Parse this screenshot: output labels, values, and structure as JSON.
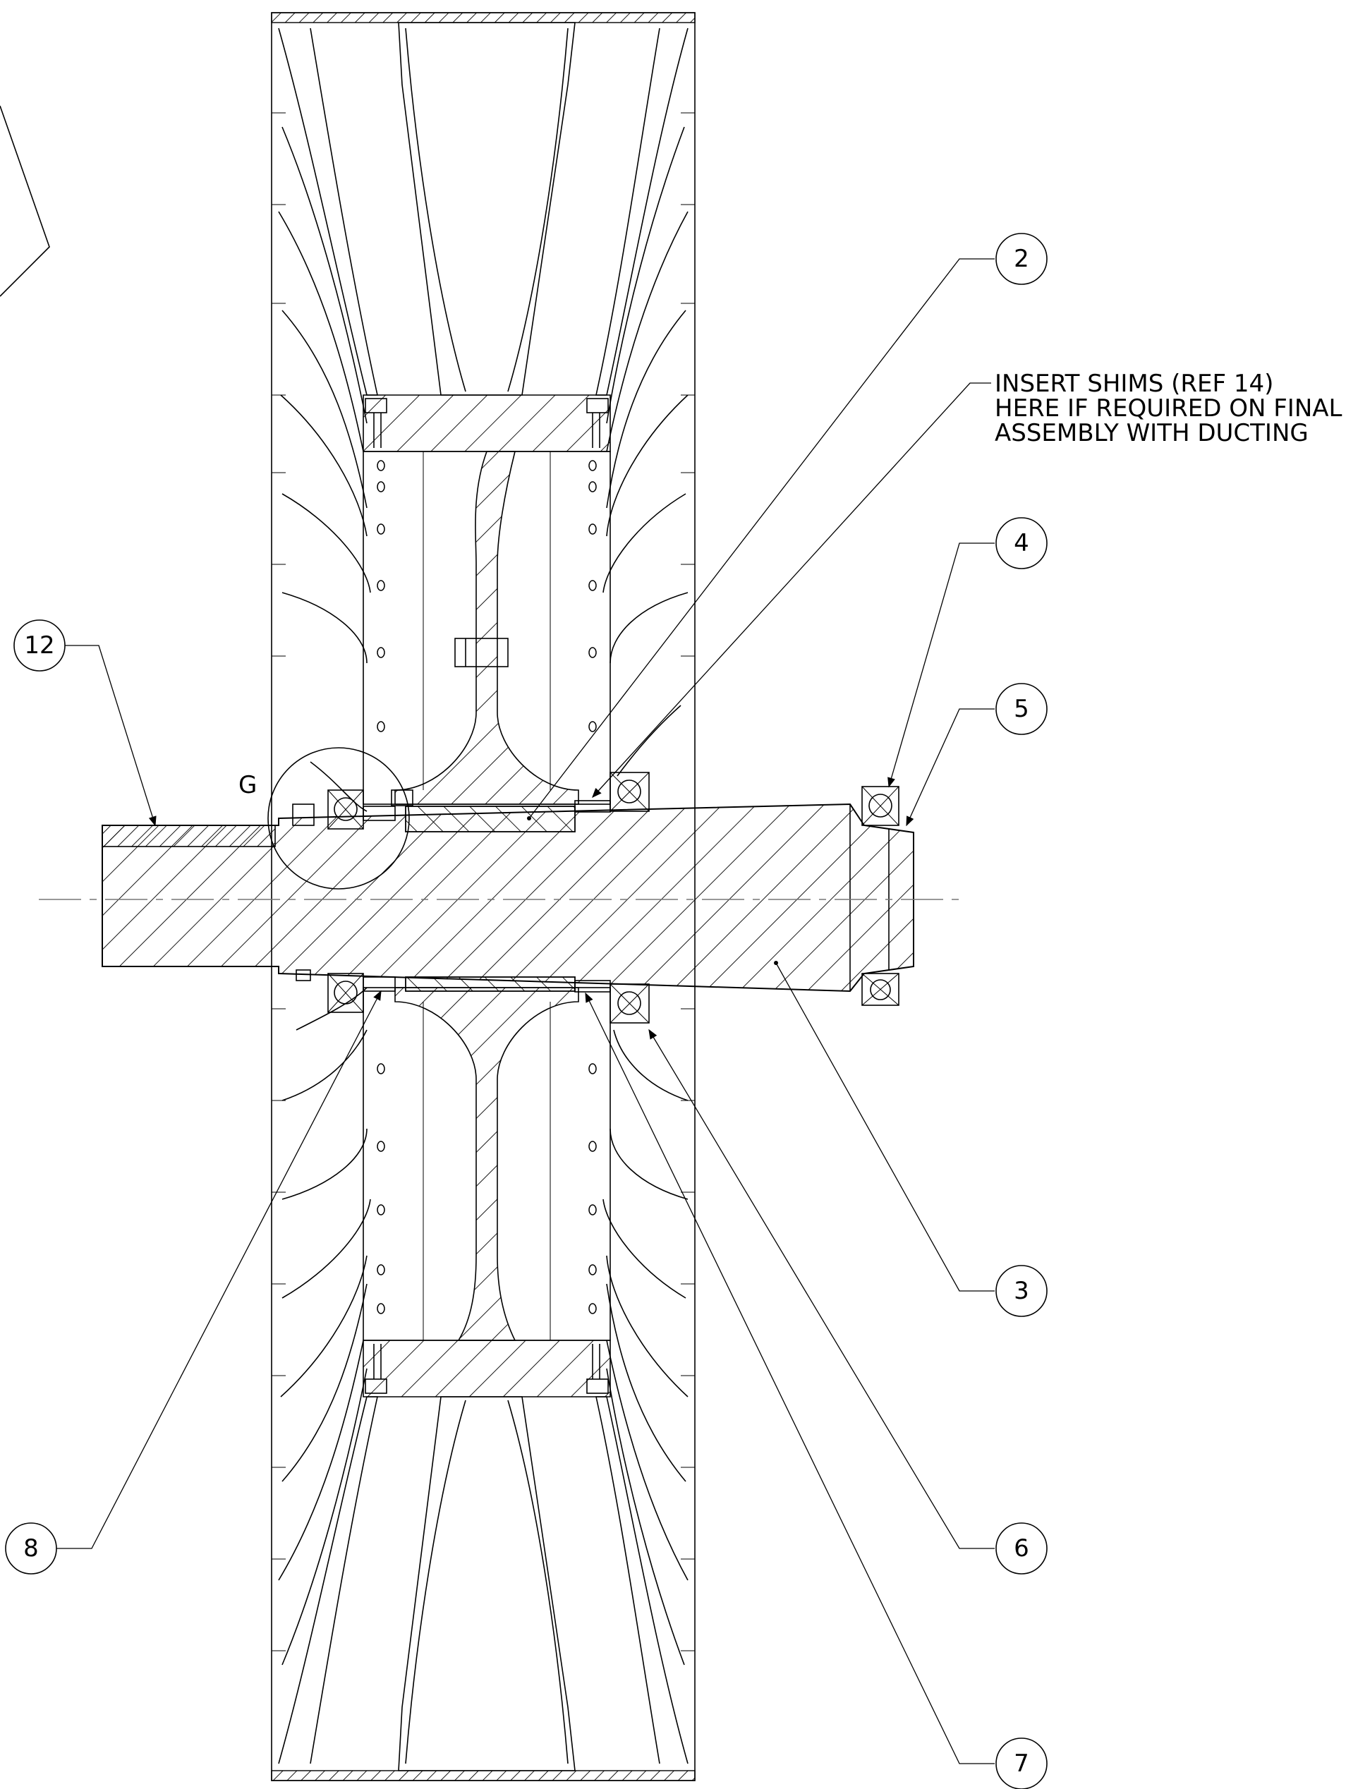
{
  "balloons": [
    {
      "id": "2",
      "label": "2"
    },
    {
      "id": "3",
      "label": "3"
    },
    {
      "id": "4",
      "label": "4"
    },
    {
      "id": "5",
      "label": "5"
    },
    {
      "id": "6",
      "label": "6"
    },
    {
      "id": "7",
      "label": "7"
    },
    {
      "id": "8",
      "label": "8"
    },
    {
      "id": "12",
      "label": "12"
    }
  ],
  "note": {
    "line1": "INSERT SHIMS (REF 14)",
    "line2": "HERE IF REQUIRED ON FINAL",
    "line3": "ASSEMBLY WITH DUCTING"
  },
  "detail_label": "G"
}
